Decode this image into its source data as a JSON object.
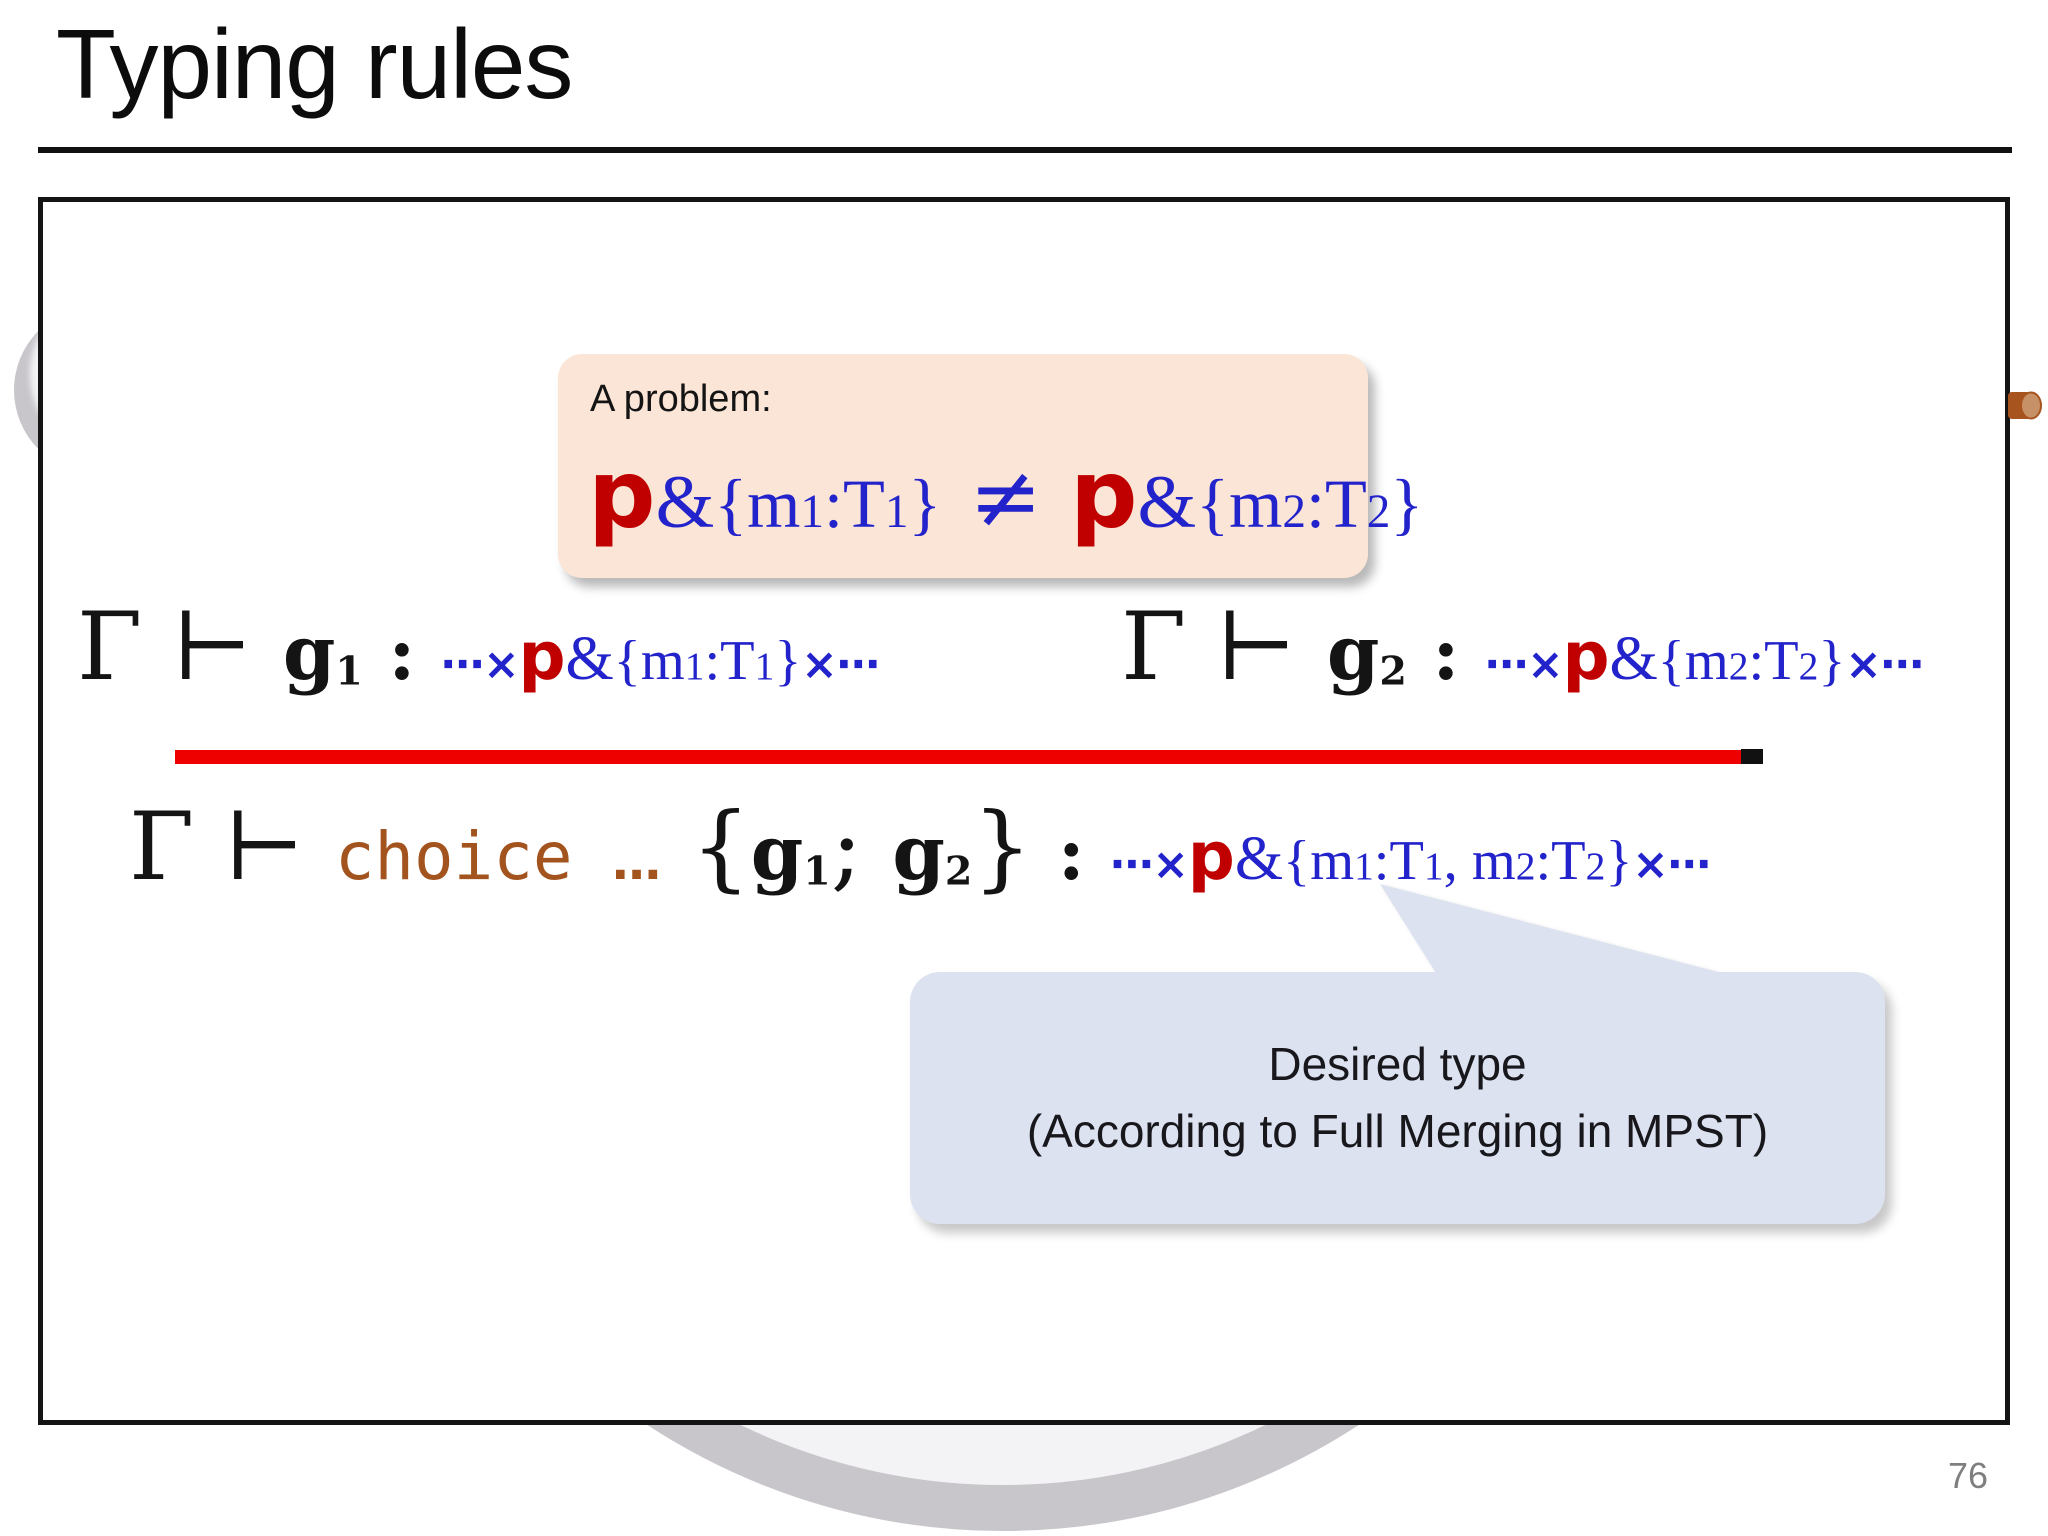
{
  "slide": {
    "title": "Typing rules",
    "page_number": "76"
  },
  "problem_box": {
    "label": "A problem:",
    "formula": [
      {
        "t": "p",
        "c": "r"
      },
      {
        "t": "&",
        "c": "amp"
      },
      {
        "t": "{",
        "c": "b"
      },
      {
        "t": "m",
        "c": "b"
      },
      {
        "t": "1",
        "c": "bs"
      },
      {
        "t": ":T",
        "c": "b"
      },
      {
        "t": "1",
        "c": "bs"
      },
      {
        "t": "}",
        "c": "b"
      },
      {
        "t": " ≠ ",
        "c": "neq"
      },
      {
        "t": "p",
        "c": "r"
      },
      {
        "t": "&",
        "c": "amp"
      },
      {
        "t": "{",
        "c": "b"
      },
      {
        "t": "m",
        "c": "b"
      },
      {
        "t": "2",
        "c": "bs"
      },
      {
        "t": ":T",
        "c": "b"
      },
      {
        "t": "2",
        "c": "bs"
      },
      {
        "t": "}",
        "c": "b"
      }
    ]
  },
  "rule": {
    "premise1": [
      {
        "t": "Γ ⊢ ",
        "c": "k"
      },
      {
        "t": "g",
        "c": "g"
      },
      {
        "t": "1",
        "c": "gsub"
      },
      {
        "t": " : ",
        "c": "col"
      },
      {
        "t": "⋯×",
        "c": "x"
      },
      {
        "t": "p",
        "c": "r"
      },
      {
        "t": "&",
        "c": "amp"
      },
      {
        "t": "{",
        "c": "b"
      },
      {
        "t": "m",
        "c": "b"
      },
      {
        "t": "1",
        "c": "bs"
      },
      {
        "t": ":T",
        "c": "b"
      },
      {
        "t": "1",
        "c": "bs"
      },
      {
        "t": "}",
        "c": "b"
      },
      {
        "t": "×⋯",
        "c": "x"
      }
    ],
    "premise2": [
      {
        "t": "Γ ⊢ ",
        "c": "k"
      },
      {
        "t": "g",
        "c": "g"
      },
      {
        "t": "2",
        "c": "gsub"
      },
      {
        "t": " : ",
        "c": "col"
      },
      {
        "t": "⋯×",
        "c": "x"
      },
      {
        "t": "p",
        "c": "r"
      },
      {
        "t": "&",
        "c": "amp"
      },
      {
        "t": "{",
        "c": "b"
      },
      {
        "t": "m",
        "c": "b"
      },
      {
        "t": "2",
        "c": "bs"
      },
      {
        "t": ":T",
        "c": "b"
      },
      {
        "t": "2",
        "c": "bs"
      },
      {
        "t": "}",
        "c": "b"
      },
      {
        "t": "×⋯",
        "c": "x"
      }
    ],
    "conclusion": [
      {
        "t": "Γ ⊢ ",
        "c": "k"
      },
      {
        "t": "choice",
        "c": "kw"
      },
      {
        "t": " ",
        "c": "kw"
      },
      {
        "t": "…",
        "c": "dots"
      },
      {
        "t": " ",
        "c": "k"
      },
      {
        "t": "{",
        "c": "k"
      },
      {
        "t": "g",
        "c": "g"
      },
      {
        "t": "1",
        "c": "gsub"
      },
      {
        "t": "; ",
        "c": "k"
      },
      {
        "t": "g",
        "c": "g"
      },
      {
        "t": "2",
        "c": "gsub"
      },
      {
        "t": "}",
        "c": "k"
      },
      {
        "t": " : ",
        "c": "col"
      },
      {
        "t": "⋯×",
        "c": "x"
      },
      {
        "t": "p",
        "c": "r"
      },
      {
        "t": "&",
        "c": "amp"
      },
      {
        "t": "{",
        "c": "b"
      },
      {
        "t": "m",
        "c": "b"
      },
      {
        "t": "1",
        "c": "bs"
      },
      {
        "t": ":T",
        "c": "b"
      },
      {
        "t": "1",
        "c": "bs"
      },
      {
        "t": ", m",
        "c": "b"
      },
      {
        "t": "2",
        "c": "bs"
      },
      {
        "t": ":T",
        "c": "b"
      },
      {
        "t": "2",
        "c": "bs"
      },
      {
        "t": "}",
        "c": "b"
      },
      {
        "t": "×⋯",
        "c": "x"
      }
    ]
  },
  "callout": {
    "line1": "Desired type",
    "line2": "(According to Full Merging in MPST)"
  },
  "colors": {
    "red": "#c00000",
    "blue": "#2323cc",
    "brown": "#a3541e",
    "rule-line": "#ee0000",
    "problem-bg": "#fbe5d6",
    "callout-bg": "#dce2ef",
    "circle-fill": "#f3f2f4",
    "circle-stroke": "#c8c6ca",
    "cylinder": "#a8541e",
    "cylinder-face": "#c79167",
    "page-gray": "#7f7f7f"
  }
}
